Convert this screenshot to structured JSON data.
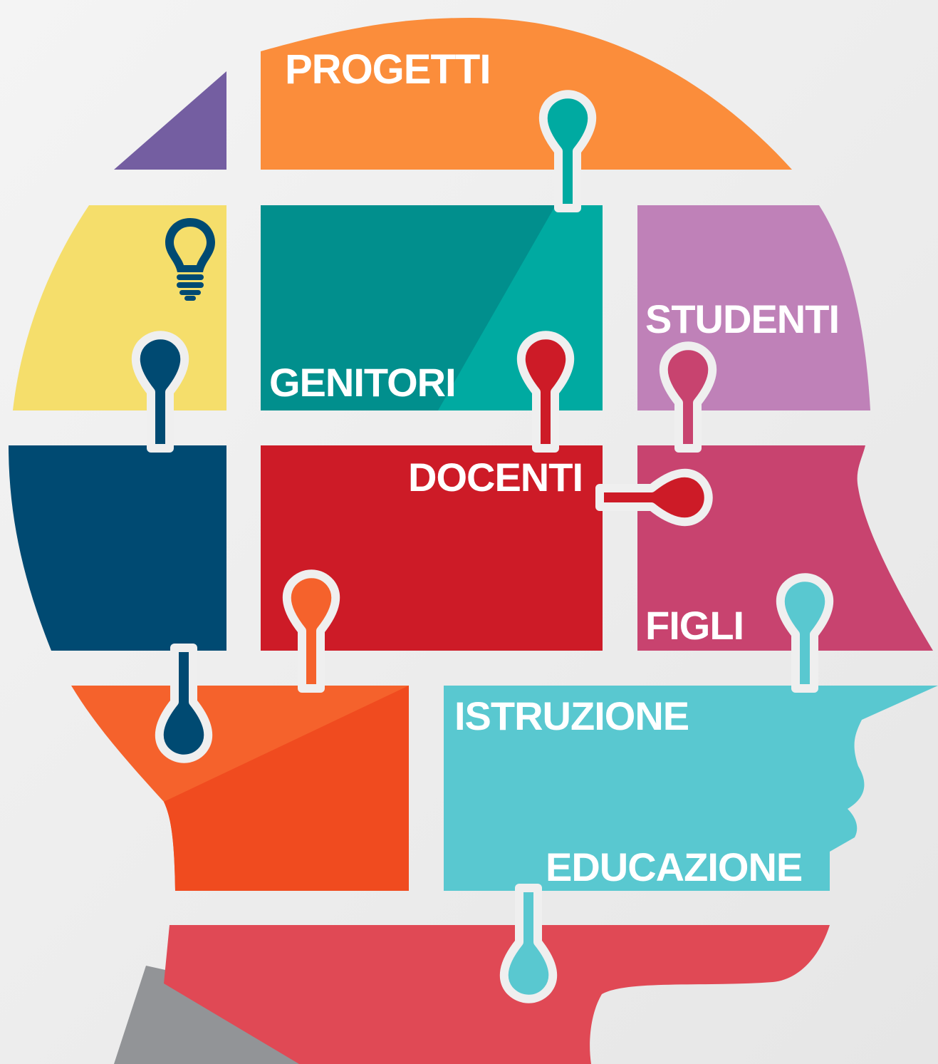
{
  "labels": {
    "progetti": "PROGETTI",
    "genitori": "GENITORI",
    "studenti": "STUDENTI",
    "docenti": "DOCENTI",
    "figli": "FIGLI",
    "istruzione": "ISTRUZIONE",
    "educazione": "EDUCAZIONE"
  },
  "icons": {
    "lightbulb": "lightbulb-icon"
  },
  "colors": {
    "background": "#efefef",
    "purple": "#745ea1",
    "orange_top": "#fb8d3b",
    "yellow": "#f5de6b",
    "teal_dark": "#018f8d",
    "teal_light": "#00aaa1",
    "lilac": "#bf81b8",
    "navy": "#004a72",
    "red": "#cd1b27",
    "magenta": "#c8436f",
    "orange_low": "#f5622c",
    "orange_low_dark": "#f04b1f",
    "cyan": "#59c8d0",
    "coral": "#e04955",
    "gray": "#929497"
  }
}
